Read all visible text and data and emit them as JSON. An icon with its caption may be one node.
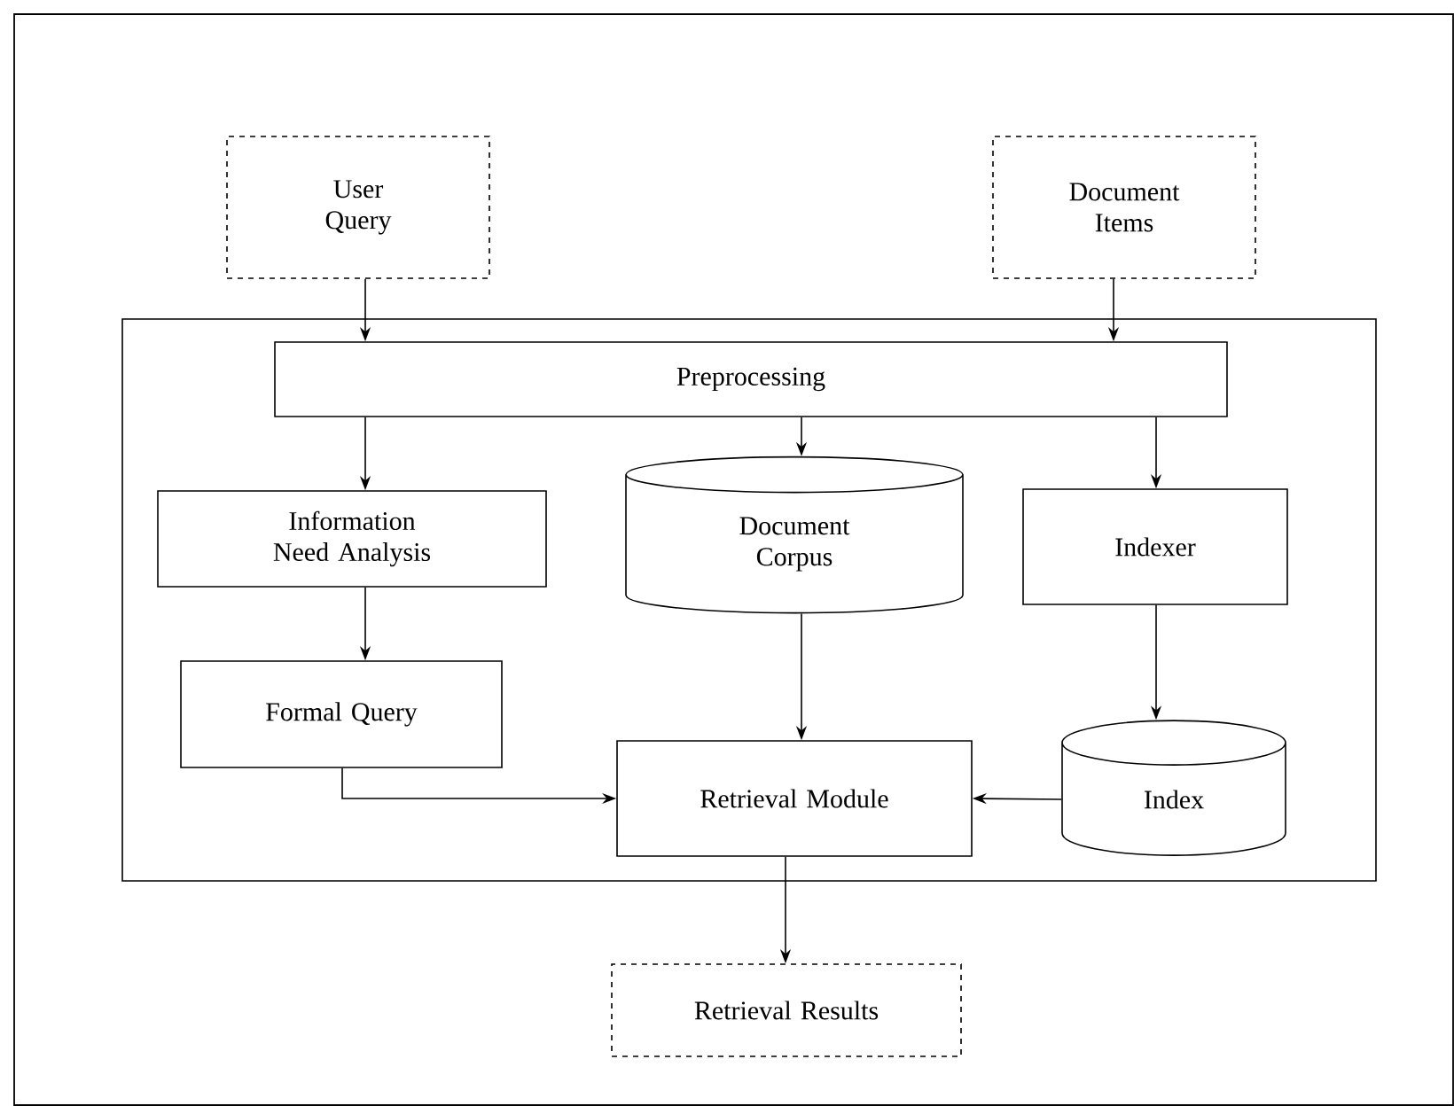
{
  "diagram": {
    "nodes": [
      {
        "text": [
          "User Query"
        ]
      },
      {
        "text": [
          "Document Items"
        ]
      },
      {
        "text": [],
        "shape": "box"
      },
      {
        "text": [
          "Preprocessing"
        ],
        "in": 2
      },
      {
        "text": [
          "Information Need Analysis"
        ],
        "in": 2
      },
      {
        "text": [
          "Document Corpus"
        ],
        "in": 2
      },
      {
        "text": [
          "Indexer"
        ],
        "in": 2
      },
      {
        "text": [
          "Formal Query"
        ],
        "in": 2
      },
      {
        "text": [
          "Retrieval Module"
        ],
        "in": 2
      },
      {
        "text": [
          "Index"
        ],
        "in": 2
      },
      {
        "text": [
          "Retrieval Results"
        ]
      }
    ],
    "edges": [
      {
        "from": 0,
        "to": 3,
        "arrow": "to"
      },
      {
        "from": 1,
        "to": 3,
        "arrow": "to"
      },
      {
        "from": 3,
        "to": 4,
        "arrow": "to"
      },
      {
        "from": 3,
        "to": 5,
        "arrow": "to"
      },
      {
        "from": 3,
        "to": 6,
        "arrow": "to"
      },
      {
        "from": 4,
        "to": 7,
        "arrow": "to"
      },
      {
        "from": 5,
        "to": 8,
        "arrow": "to"
      },
      {
        "from": 6,
        "to": 9,
        "arrow": "to"
      },
      {
        "from": 7,
        "to": 8,
        "arrow": "to"
      },
      {
        "from": 9,
        "to": 8,
        "arrow": "to"
      },
      {
        "from": 8,
        "to": 10,
        "arrow": "to"
      }
    ]
  }
}
